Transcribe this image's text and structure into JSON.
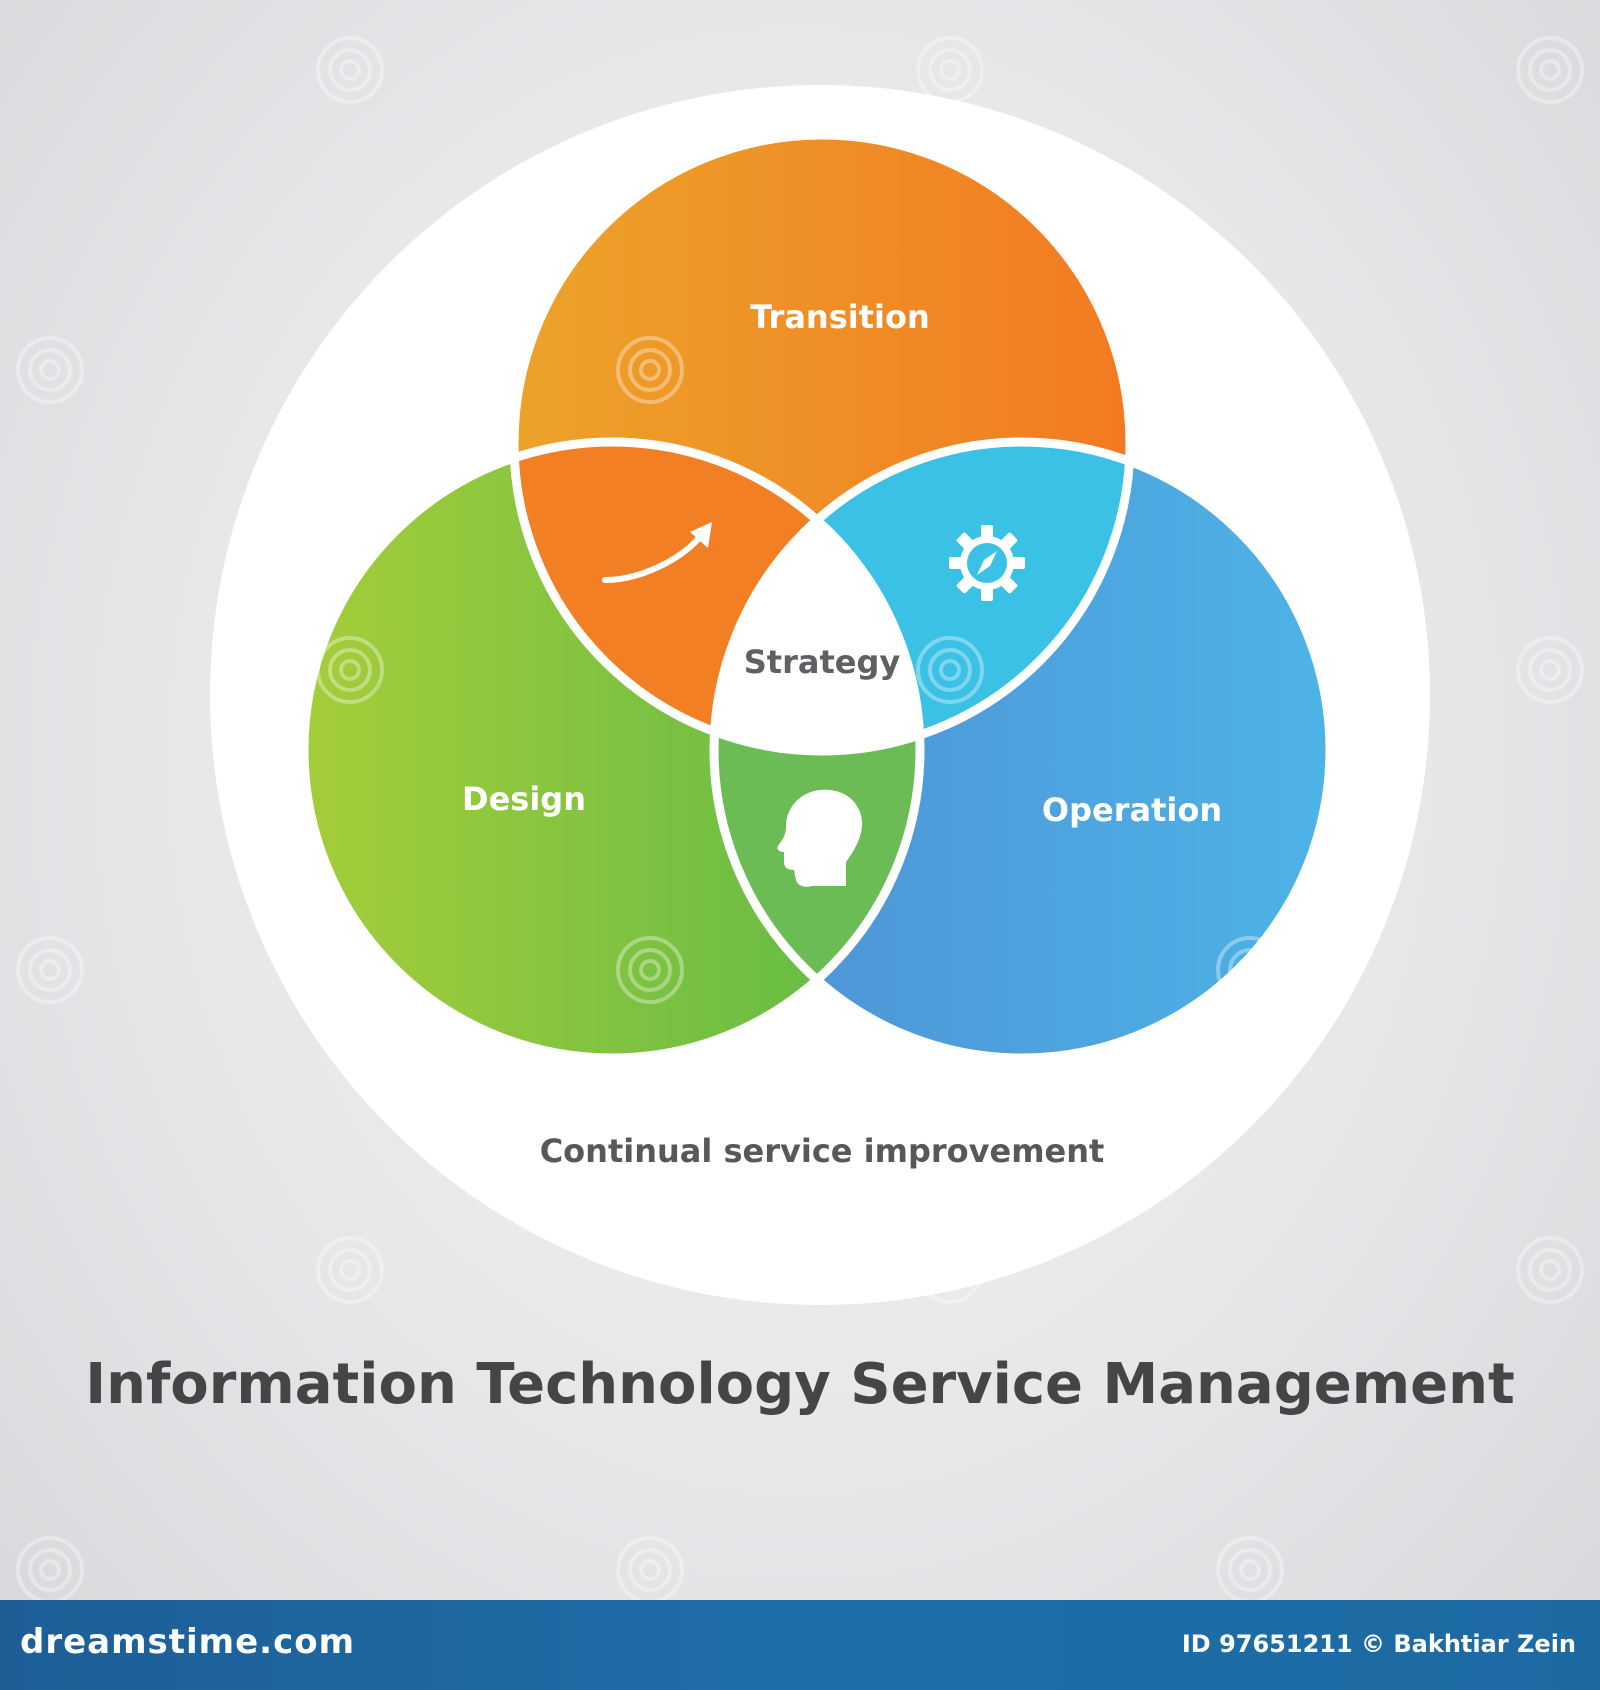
{
  "diagram": {
    "title": "Information Technology Service Management",
    "outer_label": "Continual service improvement",
    "circles": [
      {
        "name": "Transition",
        "color_start": "#eca32a",
        "color_end": "#f27a22"
      },
      {
        "name": "Design",
        "color_start": "#a5cd3a",
        "color_end": "#5db947"
      },
      {
        "name": "Operation",
        "color_start": "#4e90d4",
        "color_end": "#4db3e6"
      }
    ],
    "center_label": "Strategy",
    "overlap_colors": {
      "transition_design": "#f27f24",
      "transition_operation": "#3bc1e6",
      "design_operation": "#6cbc55",
      "center": "#ffffff"
    },
    "overlap_icons": {
      "transition_design": "growth-arrow-icon",
      "transition_operation": "gear-compass-icon",
      "design_operation": "head-profile-icon"
    }
  },
  "watermark": {
    "text": "dreamstime"
  },
  "footer": {
    "site": "dreamstime.com",
    "credit": "ID 97651211 © Bakhtiar Zein",
    "color": "#1f6aa5"
  }
}
